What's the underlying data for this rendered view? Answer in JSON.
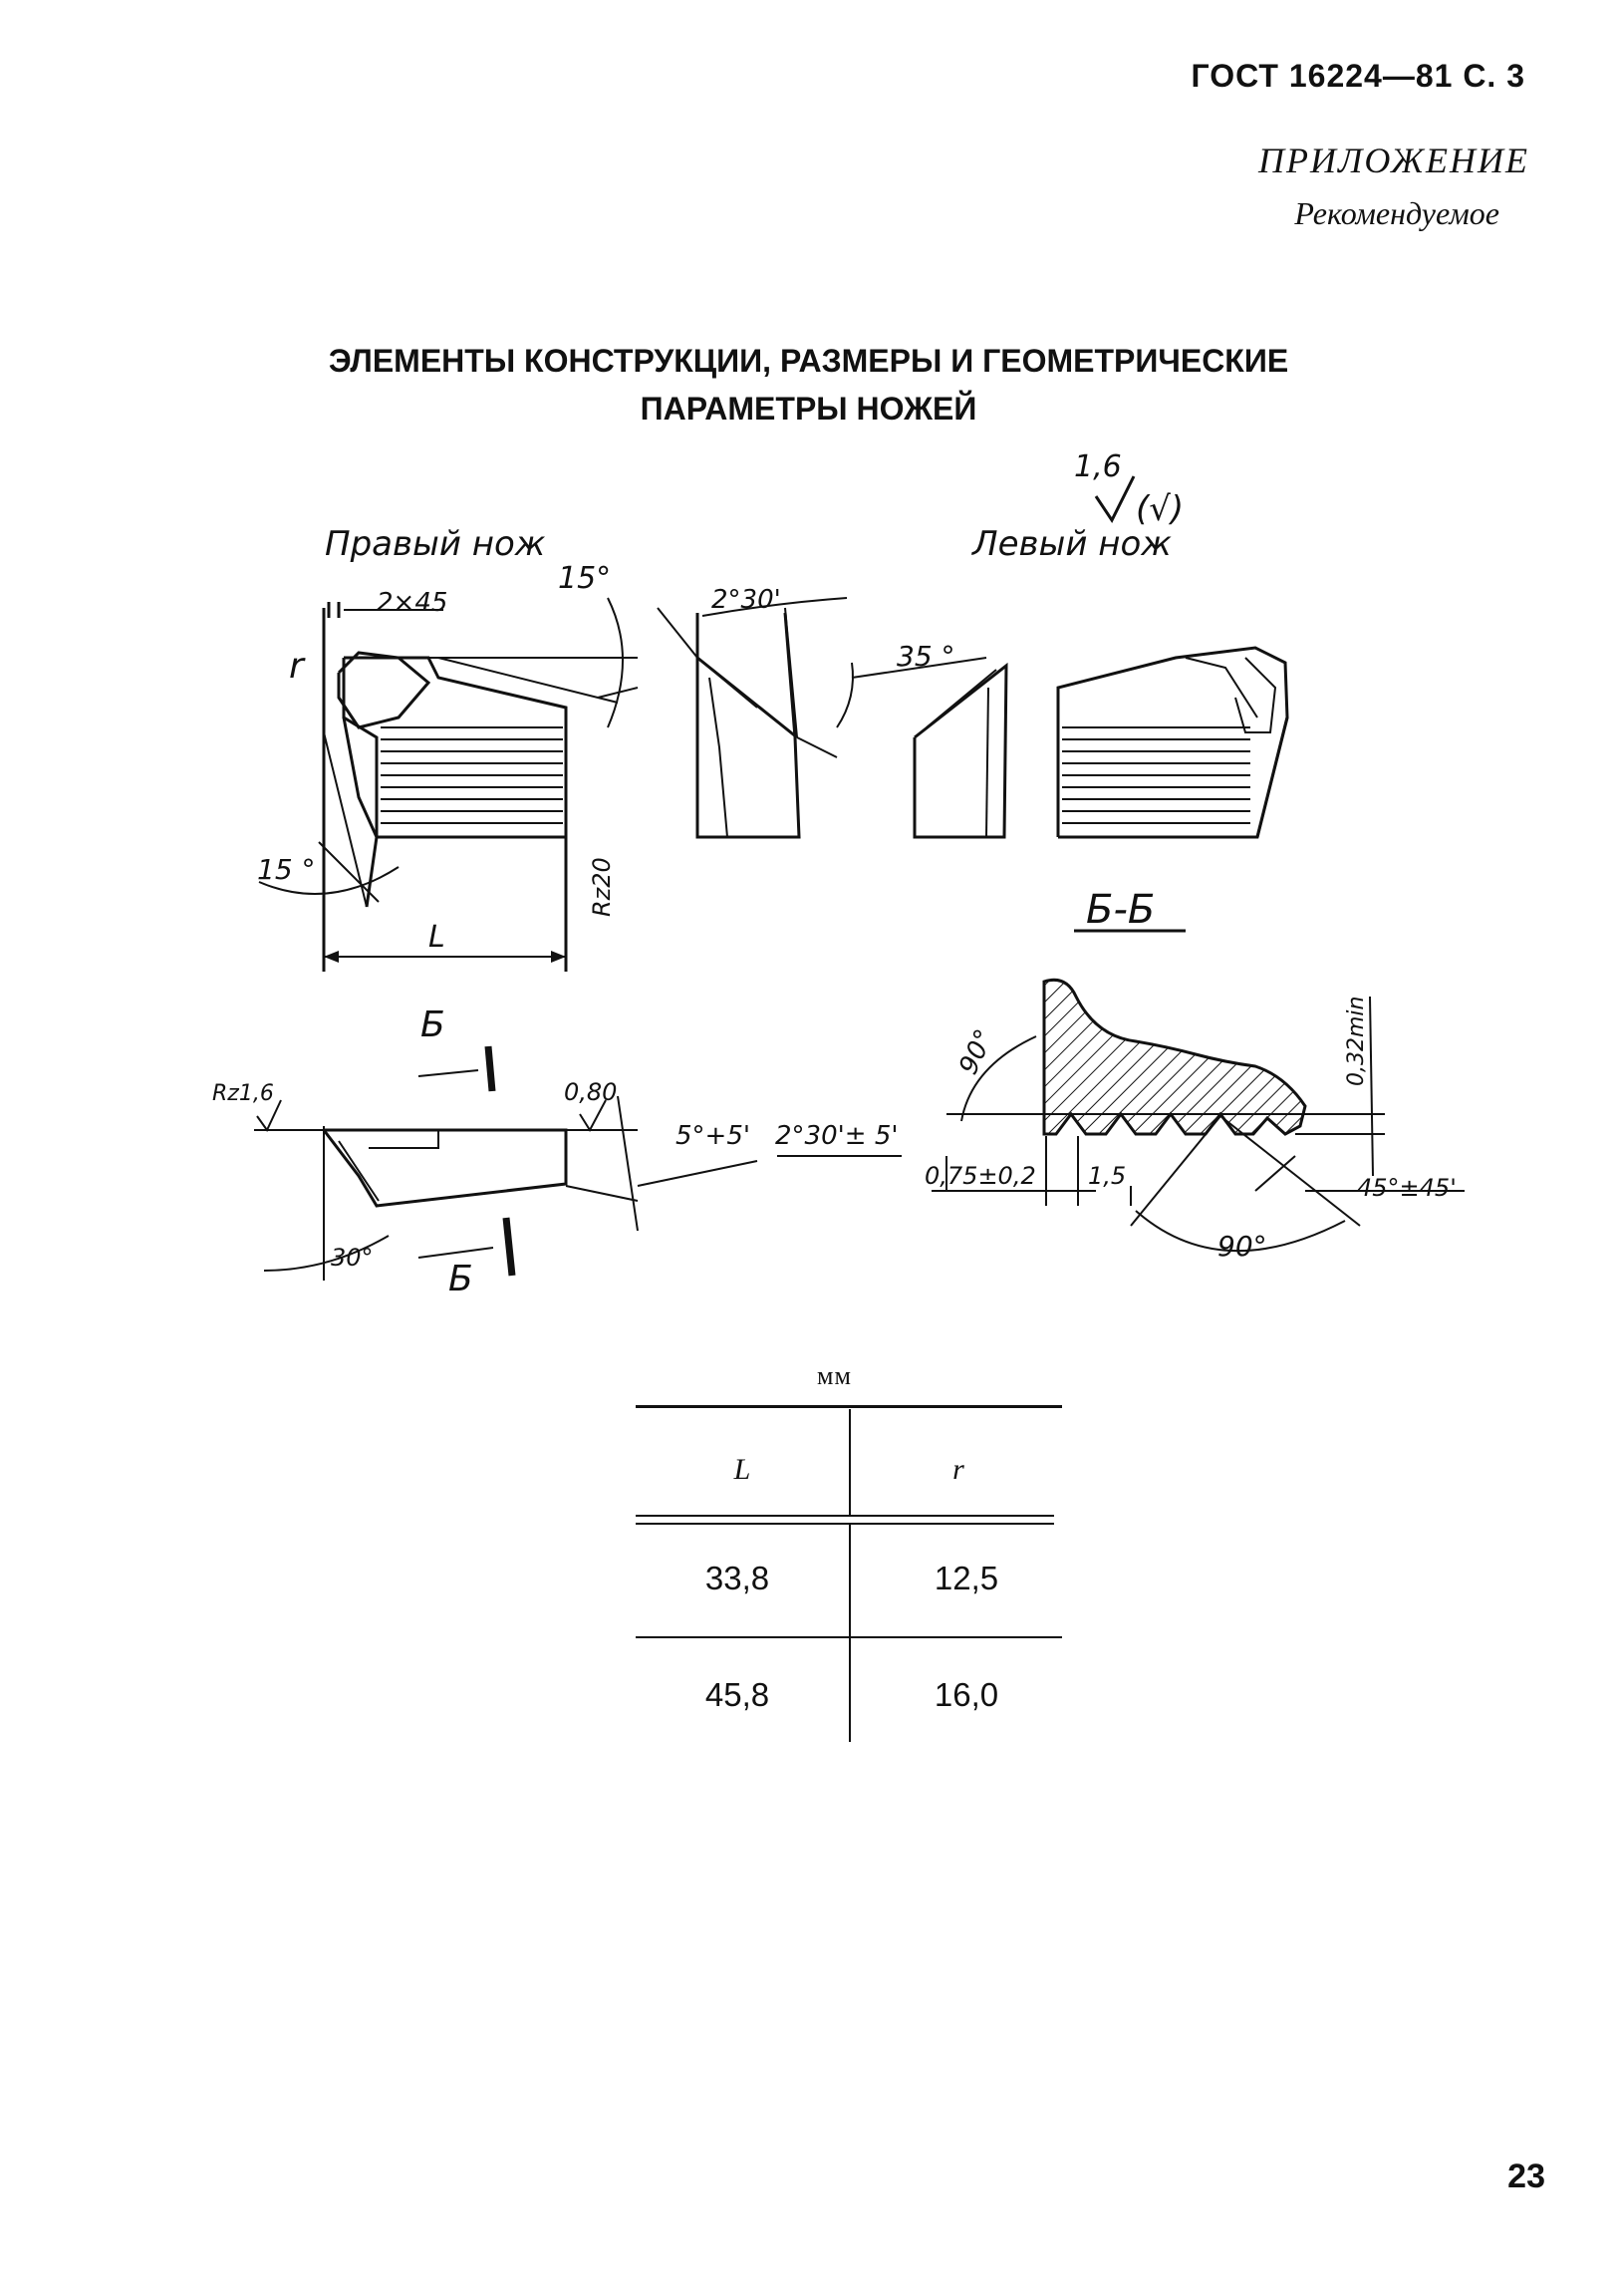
{
  "header": {
    "doc_ref": "ГОСТ 16224—81 С. 3",
    "appendix": "ПРИЛОЖЕНИЕ",
    "recommended": "Рекомендуемое"
  },
  "title": {
    "line1": "ЭЛЕМЕНТЫ КОНСТРУКЦИИ, РАЗМЕРЫ И ГЕОМЕТРИЧЕСКИЕ",
    "line2": "ПАРАМЕТРЫ НОЖЕЙ"
  },
  "drawing": {
    "roughness_general_value": "1,6",
    "roughness_general_bracket": "(√)",
    "right_knife_label": "Правый нож",
    "left_knife_label": "Левый нож",
    "dim_chamfer": "2×45",
    "dim_angle_15_top": "15°",
    "dim_r": "r",
    "dim_angle_2_30": "2°30'",
    "dim_angle_35": "35 °",
    "dim_angle_15_bottom": "15 °",
    "dim_rz20": "Rz20",
    "dim_L": "L",
    "section_label": "Б-Б",
    "section_mark_top": "Б",
    "section_mark_bottom": "Б",
    "rz_16": "Rz1,6",
    "roughness_080": "0,80",
    "dim_angle_5": "5°+5'",
    "dim_angle_2_30_tol": "2°30'± 5'",
    "dim_angle_30": "30°",
    "dim_angle_90_top": "90°",
    "dim_032": "0,32min",
    "dim_075": "0,75±0,2",
    "dim_15": "1,5",
    "dim_45": "45°±45'",
    "dim_angle_90_bottom": "90°"
  },
  "table": {
    "units": "мм",
    "columns": [
      "L",
      "r"
    ],
    "rows": [
      [
        "33,8",
        "12,5"
      ],
      [
        "45,8",
        "16,0"
      ]
    ]
  },
  "page_number": "23"
}
